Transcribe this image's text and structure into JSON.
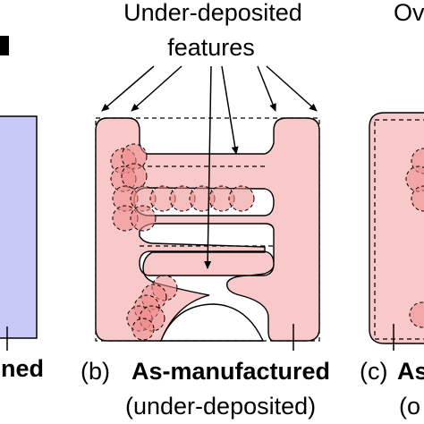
{
  "annotations": {
    "under_deposited_line1": "Under-deposited",
    "under_deposited_line2": "features",
    "over_prefix": "Ov"
  },
  "panels": {
    "left": {
      "caption_fragment": "ned"
    },
    "b": {
      "letter": "(b)",
      "title": "As-manufactured",
      "subtitle": "(under-deposited)"
    },
    "c": {
      "letter": "(c)",
      "title_fragment": "As",
      "subtitle_fragment": "(o"
    }
  },
  "colors": {
    "designed_fill": "#c9c9f7",
    "part_fill": "#f9c8c8",
    "bead_fill": "#ef8a8a",
    "outline": "#000000"
  }
}
